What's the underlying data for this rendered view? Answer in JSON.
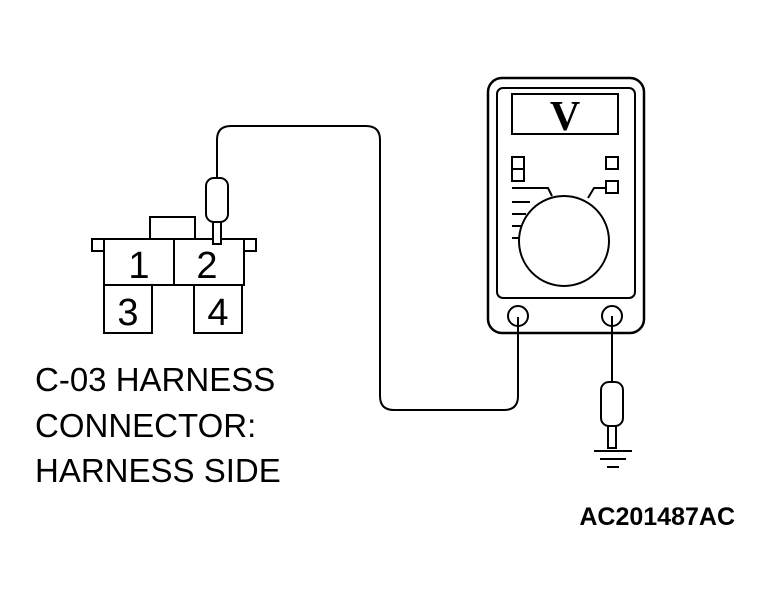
{
  "connector": {
    "pins": [
      "1",
      "2",
      "3",
      "4"
    ]
  },
  "caption": {
    "line1": "C-03 HARNESS",
    "line2": "CONNECTOR:",
    "line3": "HARNESS SIDE"
  },
  "meter": {
    "display": "V"
  },
  "figure_id": "AC201487AC",
  "colors": {
    "stroke": "#000000",
    "background": "#ffffff"
  }
}
